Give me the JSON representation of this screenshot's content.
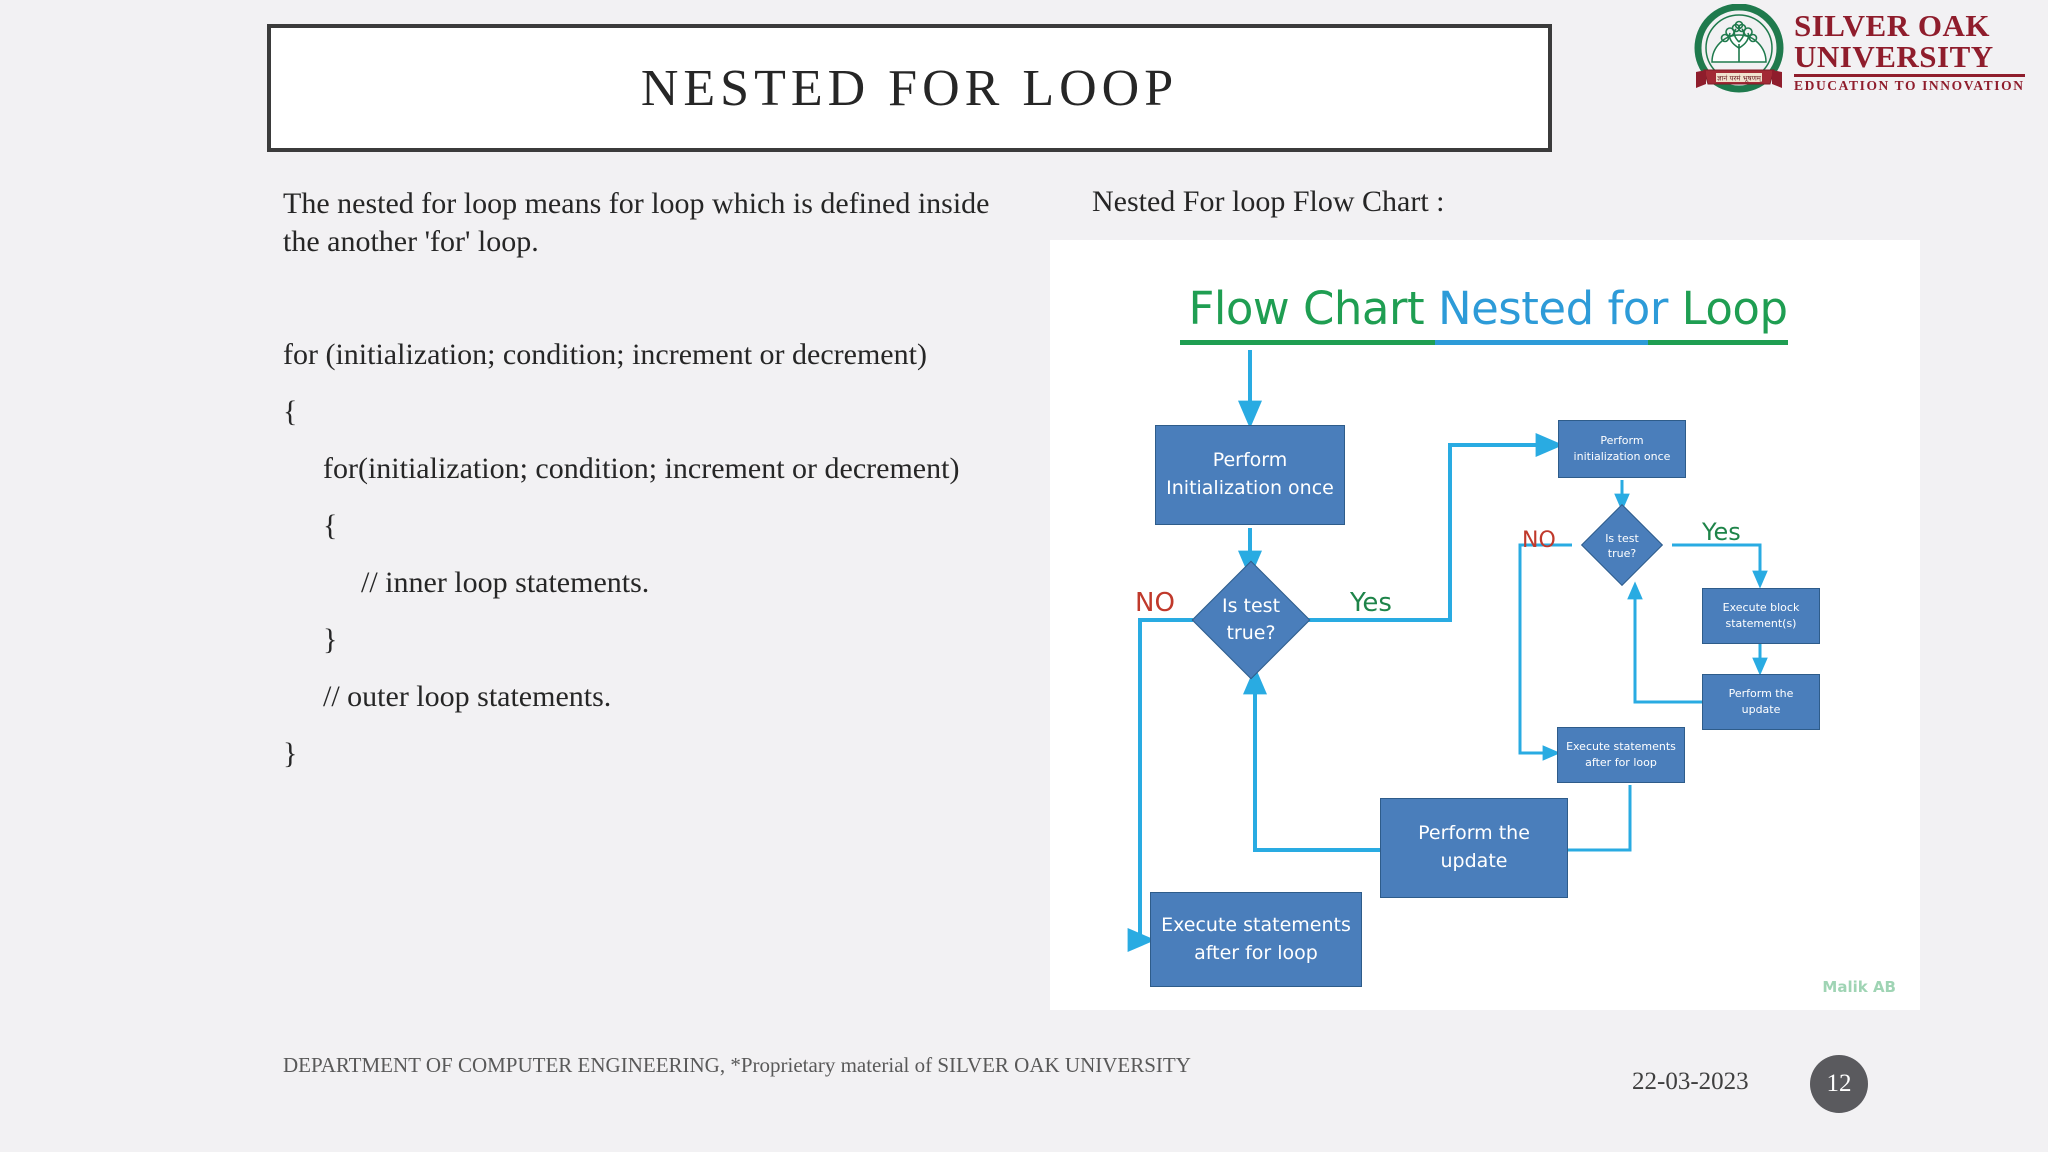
{
  "slide": {
    "title": "NESTED FOR LOOP"
  },
  "logo": {
    "line1": "SILVER OAK",
    "line2": "UNIVERSITY",
    "tagline": "EDUCATION TO INNOVATION",
    "emblem_arc_text": "SILVER OAK UNIVERSITY",
    "ribbon_text": "ज्ञानं परमं भूषणम्",
    "brand_color": "#8f1d2c",
    "emblem_color": "#1f7a4d"
  },
  "left": {
    "intro": "The nested for loop means for loop which is defined inside the another 'for' loop.",
    "code": [
      {
        "indent": 0,
        "text": "for (initialization; condition; increment or decrement)"
      },
      {
        "indent": 0,
        "text": "{"
      },
      {
        "indent": 1,
        "text": "for(initialization; condition; increment or decrement)"
      },
      {
        "indent": 1,
        "text": "{"
      },
      {
        "indent": 2,
        "text": "// inner loop statements."
      },
      {
        "indent": 1,
        "text": "}"
      },
      {
        "indent": 1,
        "text": "// outer loop statements."
      },
      {
        "indent": 0,
        "text": "}"
      }
    ]
  },
  "right": {
    "label": "Nested For loop Flow Chart :"
  },
  "flowchart": {
    "title_parts": [
      {
        "text": "Flow Chart ",
        "color": "green"
      },
      {
        "text": "Nested for ",
        "color": "blue"
      },
      {
        "text": "Loop",
        "color": "green"
      }
    ],
    "colors": {
      "node_fill": "#4a7ebb",
      "node_border": "#2e5c8a",
      "arrow": "#29abe2",
      "green": "#1f9e52",
      "blue": "#2d9bd8",
      "no_label": "#c0392b",
      "yes_label": "#1e8449"
    },
    "outer": {
      "init": "Perform\nInitialization once",
      "test": "Is test\ntrue?",
      "no_label": "NO",
      "yes_label": "Yes",
      "update": "Perform the\nupdate",
      "after": "Execute statements\nafter for loop"
    },
    "inner": {
      "init": "Perform\ninitialization once",
      "test": "Is test\ntrue?",
      "no_label": "NO",
      "yes_label": "Yes",
      "block": "Execute block\nstatement(s)",
      "update": "Perform the\nupdate",
      "after": "Execute statements\nafter for loop"
    },
    "watermark": "Malik AB"
  },
  "footer": {
    "text": "DEPARTMENT OF COMPUTER ENGINEERING, *Proprietary material of SILVER OAK UNIVERSITY",
    "date": "22-03-2023",
    "page": "12"
  }
}
